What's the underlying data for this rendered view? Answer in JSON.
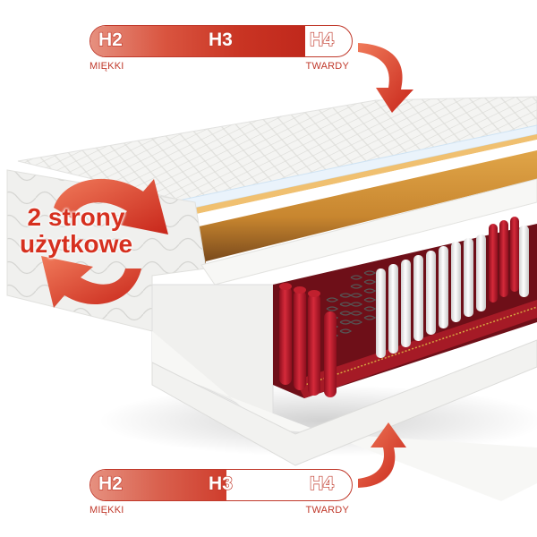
{
  "top_scale": {
    "levels": [
      "H2",
      "H3",
      "H4"
    ],
    "label_left": "MIĘKKI",
    "label_right": "TWARDY",
    "selected_range": "H2-H4"
  },
  "bottom_scale": {
    "levels": [
      "H2",
      "H3",
      "H4"
    ],
    "label_left": "MIĘKKI",
    "label_right": "TWARDY",
    "selected_range": "H2-H3"
  },
  "badge": {
    "line1": "2 strony",
    "line2": "użytkowe"
  },
  "colors": {
    "accent": "#c0392b",
    "arrow": "#d9371f",
    "coconut": "#c8862f",
    "pocket_red": "#b8182a",
    "foam": "#f2f2f0"
  }
}
